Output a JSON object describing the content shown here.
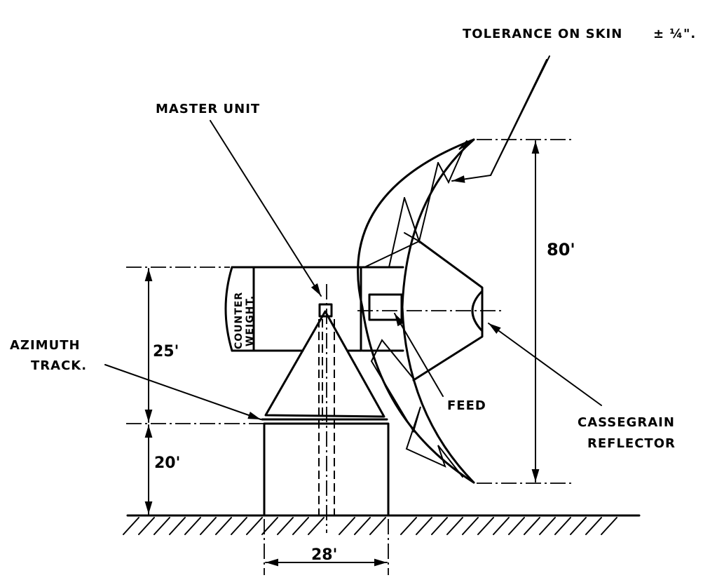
{
  "labels": {
    "tolerance": "TOLERANCE ON SKIN",
    "tolerance_value": "± ¼\".",
    "master_unit": "MASTER UNIT",
    "azimuth_line1": "AZIMUTH",
    "azimuth_line2": "TRACK.",
    "feed": "FEED",
    "cassegrain_line1": "CASSEGRAIN",
    "cassegrain_line2": "REFLECTOR",
    "counter": "COUNTER",
    "weight": "WEIGHT."
  },
  "dimensions": {
    "dish_diameter": "80'",
    "upper_height": "25'",
    "lower_height": "20'",
    "base_width": "28'"
  }
}
